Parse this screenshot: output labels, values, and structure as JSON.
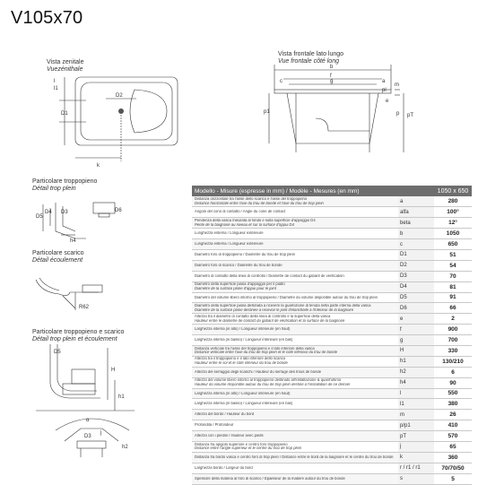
{
  "title": "V105x70",
  "captions": {
    "top_view": [
      "Vista zenitale",
      "Vuezénithale"
    ],
    "front_view": [
      "Vista frontale lato lungo",
      "Vue frontale côté long"
    ],
    "overflow_detail": [
      "Particolare troppopieno",
      "Détail trop plein"
    ],
    "drain_detail": [
      "Particolare scarico",
      "Détail écoulement"
    ],
    "combo_detail": [
      "Particolare troppopieno e scarico",
      "Détail trop plein et écoulement"
    ]
  },
  "diagram_labels": {
    "top": [
      "l",
      "l1",
      "D2",
      "D1",
      "k"
    ],
    "front": [
      "b",
      "f",
      "g",
      "c",
      "a",
      "e",
      "m",
      "p",
      "pT",
      "p1",
      "pl"
    ],
    "overflow": [
      "D5",
      "D4",
      "D3",
      "D6",
      "h4"
    ],
    "drain": [
      "R62"
    ],
    "combo": [
      "H",
      "h1",
      "h2",
      "j",
      "α",
      "D3",
      "D5"
    ]
  },
  "table": {
    "header_left": "Modello - Misure (espresse in mm) / Modèle - Mesures (en mm)",
    "header_right": "1050 x 650",
    "rows": [
      {
        "it": "Distanza orizzontale tra l'asse dello scarico e l'asse del troppopieno",
        "fr": "Distance horizontale entre l'axe du trou de bonde et l'axe du trou de trop plein",
        "sym": "a",
        "val": "280"
      },
      {
        "it": "Angolo del cono di contatto / Angle du cone de contact",
        "fr": "",
        "sym": "alfa",
        "val": "100°"
      },
      {
        "it": "Pendenza della vasca misurata al fondo e sulla superficie d'appoggio D4",
        "fr": "Pente de la baignoire au niveau et sur la surface d'appui D4",
        "sym": "beta",
        "val": "12°"
      },
      {
        "it": "Lunghezza esterna / Longueur extérieure",
        "fr": "",
        "sym": "b",
        "val": "1050"
      },
      {
        "it": "Lunghezza esterna / Longueur extérieure",
        "fr": "",
        "sym": "c",
        "val": "650"
      },
      {
        "it": "Diametro foro di troppopieno / Diamètre du trou de trop plein",
        "fr": "",
        "sym": "D1",
        "val": "51"
      },
      {
        "it": "Diametro foro di scarico / Diamètre du trou de bonde",
        "fr": "",
        "sym": "D2",
        "val": "54"
      },
      {
        "it": "Diametro di contatto della linea di controllo / Diamètre de contact du gabarit de vérification",
        "fr": "",
        "sym": "D3",
        "val": "70"
      },
      {
        "it": "Diametro della superficie piana d'appoggio per il piatto",
        "fr": "Diamètre de la surface plane d'appui pour le joint",
        "sym": "D4",
        "val": "81"
      },
      {
        "it": "Diametro del volume libero intorno al troppopieno / Diamètre du volume disponible autour du trou de trop plein",
        "fr": "",
        "sym": "D5",
        "val": "91"
      },
      {
        "it": "Diametro della superficie piana destinata a ricevere la guarnizione di tenuta nella parte interna della vasca",
        "fr": "Diamètre de la surface plane destinée à recevoir le joint d'étanchéité à l'intérieur de la baignoire",
        "sym": "D6",
        "val": "66"
      },
      {
        "it": "Altezza tra il diametro di contatto della linea di controllo e la superficie della vasca",
        "fr": "Hauteur entre le diamètre de contact du gabarit de vérification et la surface de la baignoire",
        "sym": "e",
        "val": "2"
      },
      {
        "it": "Larghezza interna (in alto) / Longueur intérieure (en haut)",
        "fr": "",
        "sym": "f",
        "val": "900"
      },
      {
        "it": "Larghezza interna (in basso) / Longueur intérieure (en bas)",
        "fr": "",
        "sym": "g",
        "val": "700"
      },
      {
        "it": "Distanza verticale tra l'asse del troppopieno e il lato inferiore della vasca",
        "fr": "Distance verticale entre l'axe du trou de trop plein et le côté inférieur du trou de bonde",
        "sym": "H",
        "val": "330"
      },
      {
        "it": "Altezza tra il troppopieno e il lato inferiore dello scarico",
        "fr": "Hauteur entre le sol et le côté inférieur du trou de bonde",
        "sym": "h1",
        "val": "130/210"
      },
      {
        "it": "Altezza del serraggio degli scarichi / Hauteur du serrage des trous de bonde",
        "fr": "",
        "sym": "h2",
        "val": "6"
      },
      {
        "it": "Altezza del volume libero intorno al troppopieno destinato all'installazione & quant'ultimo",
        "fr": "Hauteur du volume disponible autour du trou de trop plein destiné à l'installation de ce dernier",
        "sym": "h4",
        "val": "90"
      },
      {
        "it": "Larghezza interna (in alto) / Longueur intérieure (en haut)",
        "fr": "",
        "sym": "l",
        "val": "550"
      },
      {
        "it": "Larghezza interna (in basso) / Longueur intérieure (en bas)",
        "fr": "",
        "sym": "l1",
        "val": "380"
      },
      {
        "it": "Altezza del bordo / Hauteur du bord",
        "fr": "",
        "sym": "m",
        "val": "26"
      },
      {
        "it": "Profondità / Profondeur",
        "fr": "",
        "sym": "p/p1",
        "val": "410"
      },
      {
        "it": "Altezza con i piedini / Hauteur avec pieds",
        "fr": "",
        "sym": "pT",
        "val": "570"
      },
      {
        "it": "Distanza fra apigolo superiore e centro foro troppopieno",
        "fr": "Distance entre l'angle supérieur et le centre du trou de trop plein",
        "sym": "j",
        "val": "65"
      },
      {
        "it": "Distanza fra bordo vasca e centro foro di trop plein / Distance entre le bord de la baignoire et le centre du trou de bonde",
        "fr": "",
        "sym": "k",
        "val": "360"
      },
      {
        "it": "Larghezza bordo / Largeur du bord",
        "fr": "",
        "sym": "r / r1 / r1",
        "val": "70/70/50"
      },
      {
        "it": "Spessore della materia al foro di scarico / Épaisseur de la matière autour du trou de bonde",
        "fr": "",
        "sym": "s",
        "val": "5"
      }
    ]
  }
}
